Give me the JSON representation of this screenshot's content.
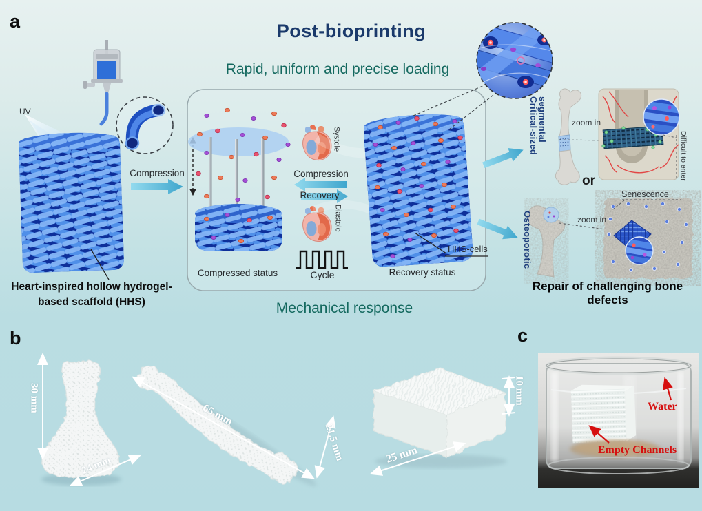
{
  "figure": {
    "panel_a": {
      "label": "a",
      "title": "Post-bioprinting",
      "subtitle": "Rapid, uniform and precise loading",
      "uv": "UV",
      "compression_step": "Compression",
      "hhs_caption_l1": "Heart-inspired hollow hydrogel-",
      "hhs_caption_l2": "based scaffold (HHS)",
      "compressed_status": "Compressed status",
      "systole": "Systole",
      "diastole": "Diastole",
      "compression": "Compression",
      "recovery": "Recovery",
      "cycle": "Cycle",
      "hhs_cells": "HHS-cells",
      "recovery_status": "Recovery status",
      "mechanical_response": "Mechanical response",
      "critical_sized_l1": "Critical-sized",
      "critical_sized_l2": "segmental",
      "zoom_in_top": "zoom in",
      "difficult_to_enter": "Difficult to enter",
      "or": "or",
      "osteoporotic": "Osteoporotic",
      "zoom_in_bottom": "zoom in",
      "senescence": "Senescence",
      "repair_caption": "Repair of challenging bone defects"
    },
    "panel_b": {
      "label": "b",
      "dim_30": "30 mm",
      "dim_24": "24 mm",
      "dim_65": "65 mm",
      "dim_215": "21.5 mm",
      "dim_25": "25 mm",
      "dim_10": "10 mm"
    },
    "panel_c": {
      "label": "c",
      "water": "Water",
      "empty_channels": "Empty Channels"
    }
  },
  "colors": {
    "title_navy": "#1b3a6b",
    "teal": "#14695f",
    "side_navy": "#1e3f7d",
    "arrow_cyan": "#4fb2d6",
    "scaffold_blue": "#4f8fe8",
    "scaffold_dark": "#0e2f9a",
    "cell_orange": "#ec7a58",
    "cell_purple": "#a44fd6",
    "red_label": "#d60f0f"
  }
}
